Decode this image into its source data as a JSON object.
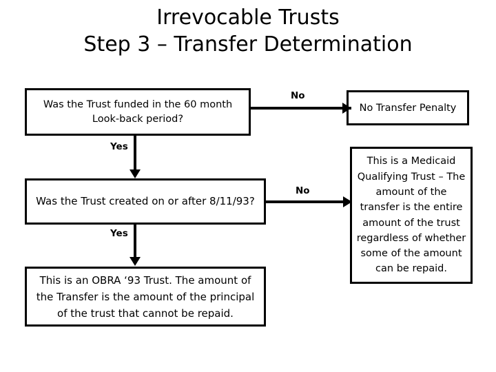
{
  "slide": {
    "title_line1": "Irrevocable Trusts",
    "title_line2": "Step 3 – Transfer Determination",
    "background_color": "#ffffff",
    "text_color": "#000000",
    "border_color": "#000000"
  },
  "nodes": {
    "lookback_question": "Was the Trust funded in the 60 month Look-back period?",
    "no_transfer_penalty": "No Transfer Penalty",
    "created_question": "Was the Trust created on or after 8/11/93?",
    "medicaid_qualifying": "This is a Medicaid Qualifying Trust – The amount of the transfer is the entire amount of the trust regardless of whether some of the amount can be repaid.",
    "obra_trust": "This is an OBRA ‘93 Trust.  The amount of the Transfer is the amount of the principal of the trust that cannot be repaid."
  },
  "edges": {
    "lookback_no": "No",
    "lookback_yes": "Yes",
    "created_no": "No",
    "created_yes": "Yes"
  }
}
